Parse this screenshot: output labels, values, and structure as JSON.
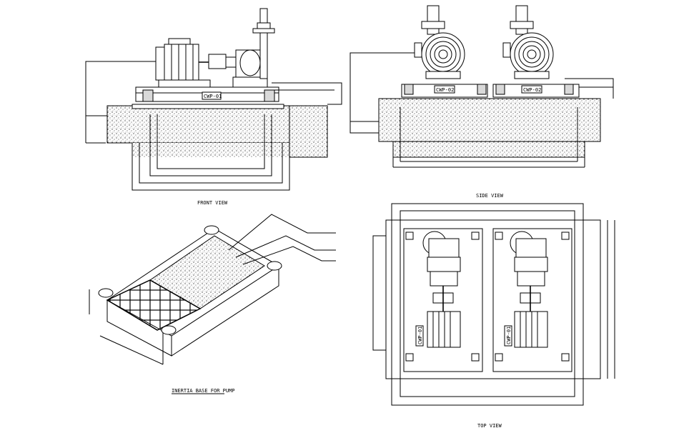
{
  "views": {
    "front": "FRONT VIEW",
    "side": "SIDE VIEW",
    "top": "TOP VIEW",
    "inertia": "INERTIA BASE FOR PUMP"
  },
  "tags": {
    "pump1": "CWP-01",
    "pump2": "CWP-02",
    "pump3": "CWP-02",
    "top1": "CWP-01",
    "top2": "CWP-01"
  }
}
